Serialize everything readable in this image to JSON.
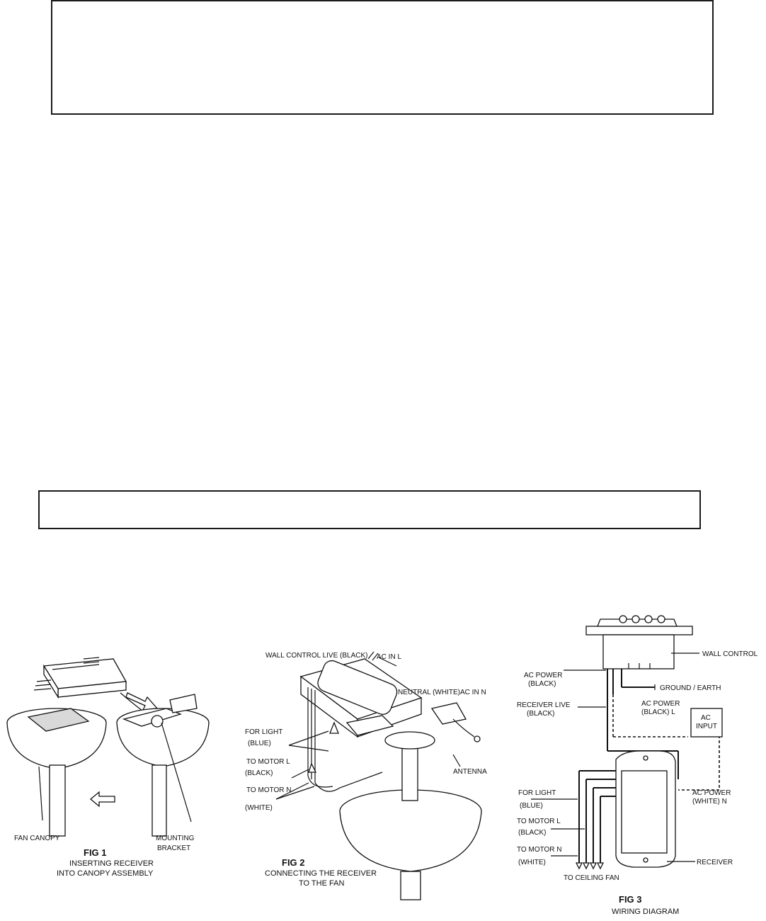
{
  "boxes": {
    "top_box_text": "",
    "middle_box_text": ""
  },
  "fig1": {
    "labels": {
      "fan_canopy": "FAN CANOPY",
      "mounting": "MOUNTING",
      "bracket": "BRACKET"
    },
    "caption_title": "FIG 1",
    "caption_line1": "INSERTING RECEIVER",
    "caption_line2": "INTO CANOPY ASSEMBLY"
  },
  "fig2": {
    "labels": {
      "wall_control_live": "WALL CONTROL LIVE (BLACK)",
      "ac_in_l": "AC IN L",
      "neutral_white": "NEUTRAL (WHITE)",
      "ac_in_n": "AC IN N",
      "for_light": "FOR LIGHT",
      "blue": "(BLUE)",
      "to_motor_l": "TO MOTOR L",
      "black": "(BLACK)",
      "to_motor_n": "TO MOTOR N",
      "white": "(WHITE)",
      "antenna": "ANTENNA"
    },
    "caption_title": "FIG 2",
    "caption_line1": "CONNECTING THE RECEIVER",
    "caption_line2": "TO THE FAN"
  },
  "fig3": {
    "labels": {
      "wall_control": "WALL CONTROL",
      "ac_power": "AC POWER",
      "ac_power_black": "(BLACK)",
      "ground_earth": "GROUND / EARTH",
      "receiver_live": "RECEIVER LIVE",
      "receiver_live_black": "(BLACK)",
      "ac_power_l": "AC POWER",
      "ac_power_l_sub": "(BLACK)  L",
      "ac": "AC",
      "input": "INPUT",
      "ac_power_n": "AC POWER",
      "ac_power_n_sub": "(WHITE)  N",
      "for_light": "FOR LIGHT",
      "blue": "(BLUE)",
      "to_motor_l": "TO MOTOR L",
      "black": "(BLACK)",
      "to_motor_n": "TO MOTOR N",
      "white": "(WHITE)",
      "receiver": "RECEIVER",
      "to_ceiling_fan": "TO CEILING FAN"
    },
    "caption_title": "FIG 3",
    "caption_line1": "WIRING DIAGRAM"
  }
}
